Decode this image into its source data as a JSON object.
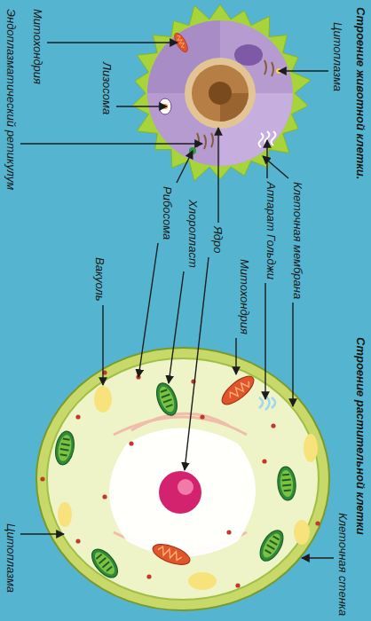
{
  "diagram": {
    "labels": [
      "Строение животной клетки.",
      "Цитоплазма",
      "Лизосома",
      "Митохондрия",
      "Эндоплазматический ретикулум",
      "Клеточная мембрана",
      "Аппарат Гольджи",
      "Рибосома",
      "Ядро",
      "Хлоропласт",
      "Митохондрия",
      "Вакуоль",
      "Строение растительной клетки",
      "Клеточная стенка",
      "Цитоплазма"
    ]
  }
}
